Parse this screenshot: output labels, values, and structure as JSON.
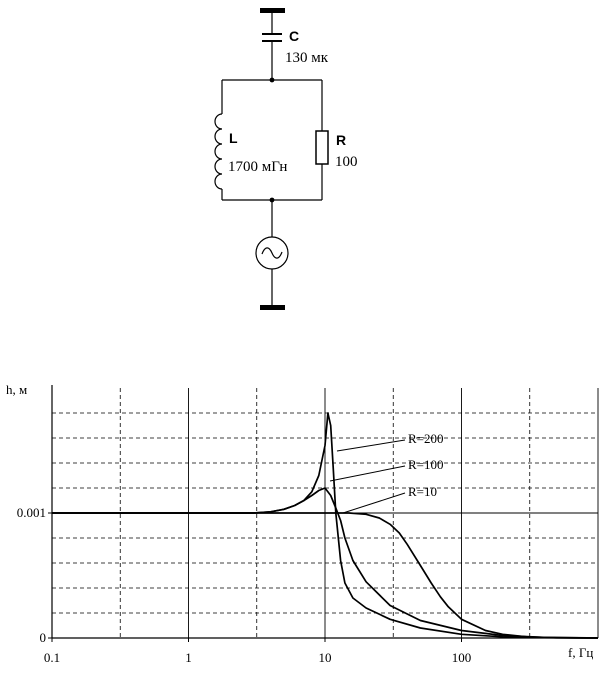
{
  "circuit": {
    "capacitor": {
      "letter": "C",
      "value": "130 мк"
    },
    "inductor": {
      "letter": "L",
      "value": "1700 мГн"
    },
    "resistor": {
      "letter": "R",
      "value": "100"
    }
  },
  "chart_data": {
    "type": "line",
    "xlabel": "f, Гц",
    "ylabel": "h, м",
    "x_scale": "log",
    "xlim": [
      0.1,
      1000
    ],
    "x_ticks": [
      "0.1",
      "1",
      "10",
      "100"
    ],
    "y_ticks": [
      "0.001",
      "0"
    ],
    "grid": true,
    "series": [
      {
        "name": "R=200",
        "points": [
          [
            0.1,
            0.001
          ],
          [
            2,
            0.001
          ],
          [
            3,
            0.001
          ],
          [
            4,
            0.00101
          ],
          [
            5,
            0.00103
          ],
          [
            6,
            0.00106
          ],
          [
            7,
            0.0011
          ],
          [
            8,
            0.00117
          ],
          [
            9,
            0.0013
          ],
          [
            10,
            0.00154
          ],
          [
            10.5,
            0.0018
          ],
          [
            11,
            0.0017
          ],
          [
            11.5,
            0.00135
          ],
          [
            12,
            0.001
          ],
          [
            13,
            0.00062
          ],
          [
            14,
            0.00044
          ],
          [
            16,
            0.00032
          ],
          [
            20,
            0.00024
          ],
          [
            30,
            0.00015
          ],
          [
            50,
            8e-05
          ],
          [
            100,
            3e-05
          ],
          [
            200,
            1e-05
          ],
          [
            400,
            3e-06
          ],
          [
            1000,
            0
          ]
        ]
      },
      {
        "name": "R=100",
        "points": [
          [
            0.1,
            0.001
          ],
          [
            2,
            0.001
          ],
          [
            3,
            0.001
          ],
          [
            4,
            0.00101
          ],
          [
            5,
            0.00103
          ],
          [
            6,
            0.00106
          ],
          [
            7,
            0.0011
          ],
          [
            8,
            0.00114
          ],
          [
            9,
            0.00118
          ],
          [
            10,
            0.0012
          ],
          [
            11,
            0.00114
          ],
          [
            12,
            0.00104
          ],
          [
            13,
            0.00094
          ],
          [
            14,
            0.0008
          ],
          [
            16,
            0.00062
          ],
          [
            20,
            0.00045
          ],
          [
            30,
            0.00026
          ],
          [
            50,
            0.00014
          ],
          [
            100,
            6e-05
          ],
          [
            200,
            2e-05
          ],
          [
            400,
            5e-06
          ],
          [
            1000,
            0
          ]
        ]
      },
      {
        "name": "R=10",
        "points": [
          [
            0.1,
            0.001
          ],
          [
            10,
            0.001
          ],
          [
            15,
            0.001
          ],
          [
            20,
            0.00099
          ],
          [
            25,
            0.00096
          ],
          [
            30,
            0.00091
          ],
          [
            35,
            0.00084
          ],
          [
            40,
            0.00075
          ],
          [
            50,
            0.00058
          ],
          [
            60,
            0.00044
          ],
          [
            70,
            0.00033
          ],
          [
            80,
            0.00025
          ],
          [
            100,
            0.00015
          ],
          [
            150,
            6e-05
          ],
          [
            200,
            3e-05
          ],
          [
            300,
            1e-05
          ],
          [
            500,
            2e-06
          ],
          [
            1000,
            0
          ]
        ]
      }
    ]
  }
}
